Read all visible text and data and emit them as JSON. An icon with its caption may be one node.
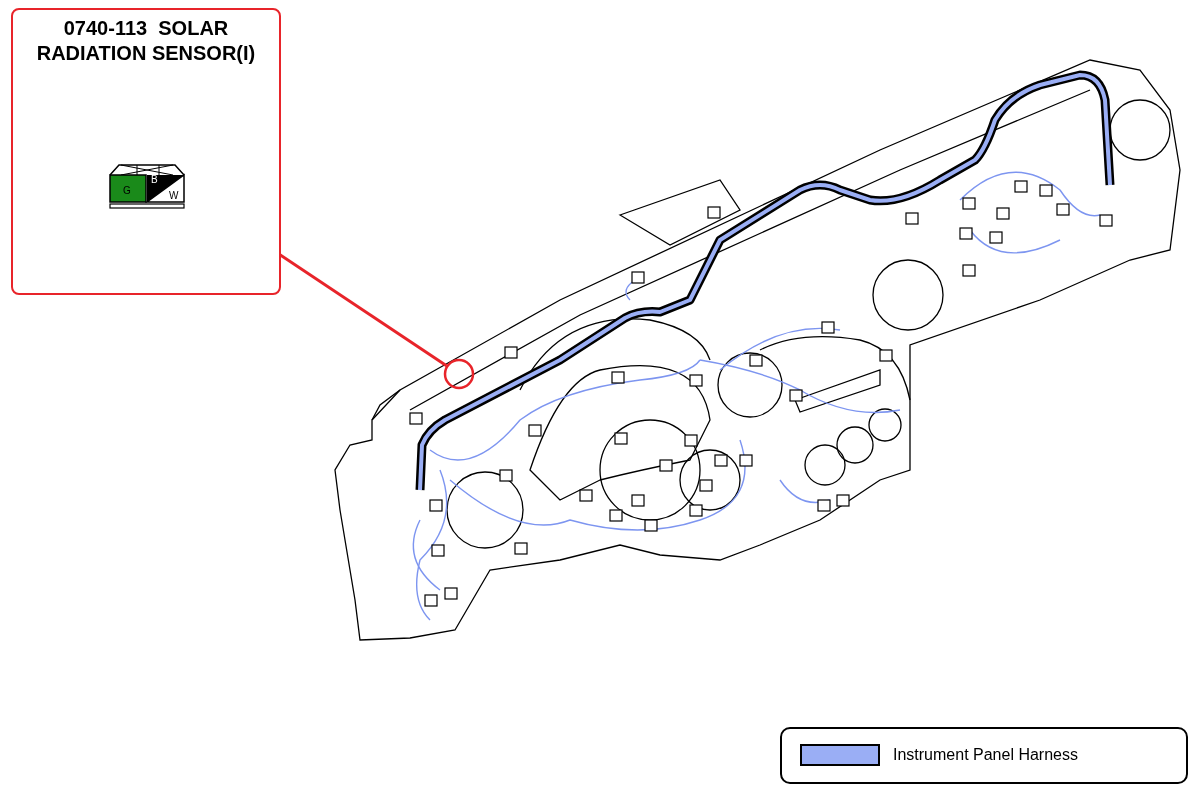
{
  "diagram": {
    "nodes": [
      {
        "text": [
          "0740-113  SOLAR RADIATION SENSOR(I)"
        ]
      },
      {
        "text": [],
        "shape": "circle"
      }
    ],
    "edges": [
      {
        "from": 0,
        "to": 1,
        "arrow": "none"
      }
    ],
    "labels": [
      "G",
      "B",
      "W"
    ],
    "legend": [
      {
        "text": "Instrument Panel Harness",
        "color": "#9aaef5"
      }
    ]
  }
}
